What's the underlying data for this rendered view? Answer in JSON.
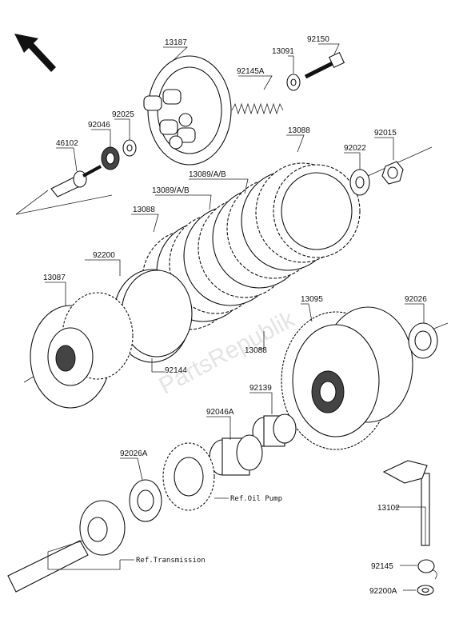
{
  "labels": {
    "p13187": "13187",
    "p13091": "13091",
    "p92150": "92150",
    "p92145A": "92145A",
    "p92025": "92025",
    "p92046": "92046",
    "p46102": "46102",
    "p13088_top": "13088",
    "p92022": "92022",
    "p92015": "92015",
    "p13089_a": "13089/A/B",
    "p13089_b": "13089/A/B",
    "p13088_left": "13088",
    "p92200": "92200",
    "p13087": "13087",
    "p92144": "92144",
    "p13088_bottom": "13088",
    "p13095": "13095",
    "p92026": "92026",
    "p92139": "92139",
    "p92046A": "92046A",
    "p92026A": "92026A",
    "p13102": "13102",
    "p92145": "92145",
    "p92200A": "92200A"
  },
  "refs": {
    "oil_pump": "Ref.Oil Pump",
    "transmission": "Ref.Transmission"
  },
  "watermark": "PartsRepublik",
  "icons": {
    "front_arrow": "direction-arrow-icon"
  }
}
